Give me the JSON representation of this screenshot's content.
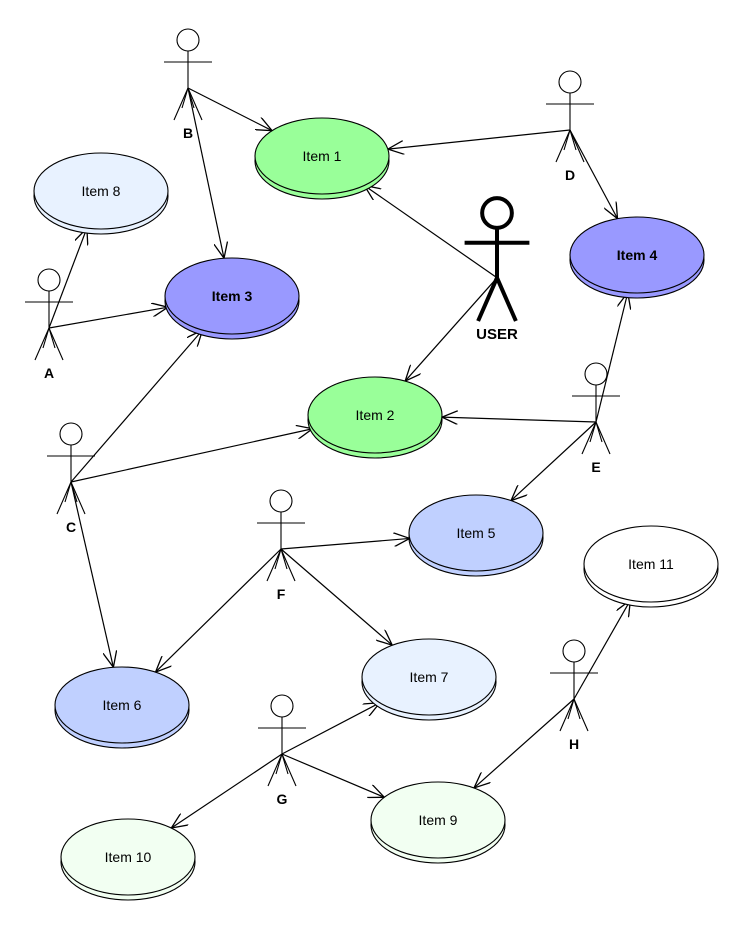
{
  "use_cases": [
    {
      "id": "item1",
      "label": "Item 1",
      "color": "#99ff99",
      "bold": false
    },
    {
      "id": "item2",
      "label": "Item 2",
      "color": "#99ff99",
      "bold": false
    },
    {
      "id": "item3",
      "label": "Item 3",
      "color": "#9999ff",
      "bold": true
    },
    {
      "id": "item4",
      "label": "Item 4",
      "color": "#9999ff",
      "bold": true
    },
    {
      "id": "item5",
      "label": "Item 5",
      "color": "#c0d0ff",
      "bold": false
    },
    {
      "id": "item6",
      "label": "Item 6",
      "color": "#c0d0ff",
      "bold": false
    },
    {
      "id": "item7",
      "label": "Item 7",
      "color": "#e8f2ff",
      "bold": false
    },
    {
      "id": "item8",
      "label": "Item 8",
      "color": "#e8f2ff",
      "bold": false
    },
    {
      "id": "item9",
      "label": "Item 9",
      "color": "#f2fff2",
      "bold": false
    },
    {
      "id": "item10",
      "label": "Item 10",
      "color": "#f2fff2",
      "bold": false
    },
    {
      "id": "item11",
      "label": "Item 11",
      "color": "#ffffff",
      "bold": false
    }
  ],
  "actors": [
    {
      "id": "A",
      "label": "A"
    },
    {
      "id": "B",
      "label": "B"
    },
    {
      "id": "C",
      "label": "C"
    },
    {
      "id": "D",
      "label": "D"
    },
    {
      "id": "E",
      "label": "E"
    },
    {
      "id": "F",
      "label": "F"
    },
    {
      "id": "G",
      "label": "G"
    },
    {
      "id": "H",
      "label": "H"
    },
    {
      "id": "USER",
      "label": "USER"
    }
  ],
  "associations": [
    {
      "from": "A",
      "to": "item8"
    },
    {
      "from": "A",
      "to": "item3"
    },
    {
      "from": "B",
      "to": "item1"
    },
    {
      "from": "B",
      "to": "item3"
    },
    {
      "from": "C",
      "to": "item3"
    },
    {
      "from": "C",
      "to": "item2"
    },
    {
      "from": "C",
      "to": "item6"
    },
    {
      "from": "D",
      "to": "item1"
    },
    {
      "from": "D",
      "to": "item4"
    },
    {
      "from": "USER",
      "to": "item1"
    },
    {
      "from": "USER",
      "to": "item2"
    },
    {
      "from": "E",
      "to": "item4"
    },
    {
      "from": "E",
      "to": "item2"
    },
    {
      "from": "E",
      "to": "item5"
    },
    {
      "from": "F",
      "to": "item5"
    },
    {
      "from": "F",
      "to": "item6"
    },
    {
      "from": "F",
      "to": "item7"
    },
    {
      "from": "G",
      "to": "item7"
    },
    {
      "from": "G",
      "to": "item9"
    },
    {
      "from": "G",
      "to": "item10"
    },
    {
      "from": "H",
      "to": "item11"
    },
    {
      "from": "H",
      "to": "item9"
    }
  ]
}
